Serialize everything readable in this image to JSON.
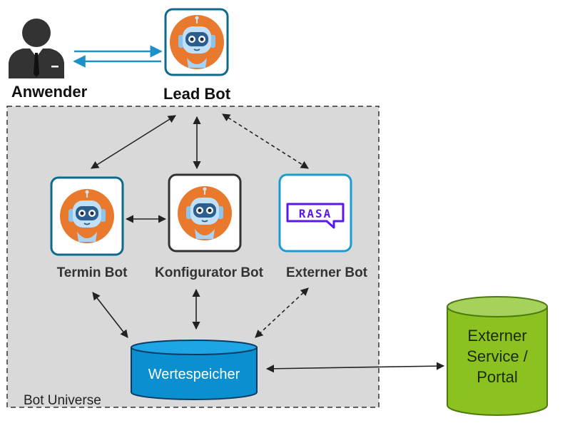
{
  "labels": {
    "user": "Anwender",
    "lead_bot": "Lead Bot",
    "termin_bot": "Termin Bot",
    "konfigurator_bot": "Konfigurator Bot",
    "externer_bot": "Externer Bot",
    "datastore": "Wertespeicher",
    "universe": "Bot Universe",
    "external_service_lines": [
      "Externer",
      "Service /",
      "Portal"
    ],
    "rasa_logo": "RASA"
  },
  "colors": {
    "lead_bot_border": "#0e6a8c",
    "termin_bot_border": "#0e6a8c",
    "konfigurator_bot_border": "#333333",
    "externer_bot_border": "#1b9bd0",
    "user_arrows": "#1e90c8",
    "universe_fill": "#d9d9d9",
    "datastore_fill": "#0a8fd0",
    "service_fill": "#8bc21f",
    "rasa_purple": "#5a17ee"
  }
}
